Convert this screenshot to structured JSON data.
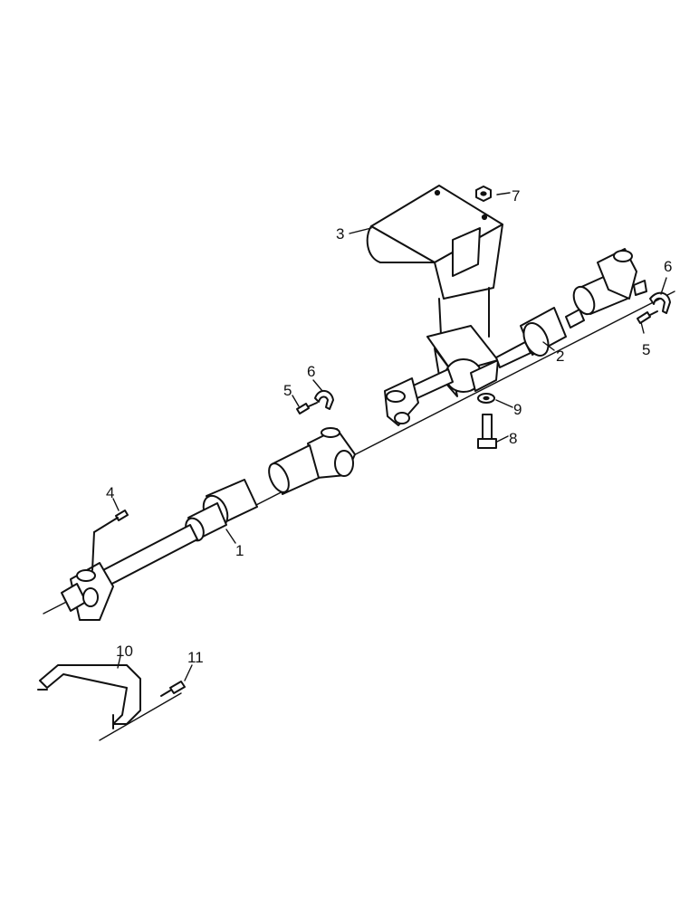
{
  "callouts": {
    "c1": "1",
    "c2": "2",
    "c3": "3",
    "c4": "4",
    "c5a": "5",
    "c5b": "5",
    "c6a": "6",
    "c6b": "6",
    "c7": "7",
    "c8": "8",
    "c9": "9",
    "c10": "10",
    "c11": "11"
  }
}
